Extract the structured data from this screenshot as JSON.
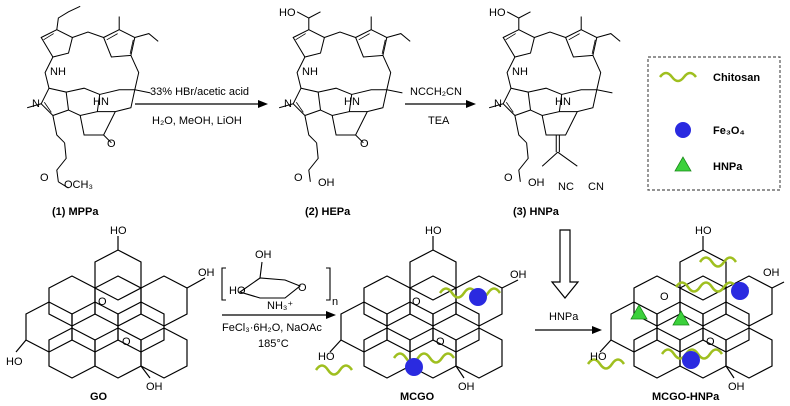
{
  "compounds": {
    "mppa": "(1) MPPa",
    "hepa": "(2) HEPa",
    "hnpa": "(3) HNPa",
    "go": "GO",
    "mcgo": "MCGO",
    "mcgo_hnpa": "MCGO-HNPa"
  },
  "reactions": {
    "step1_top": "33% HBr/acetic acid",
    "step1_bottom": "H₂O, MeOH, LiOH",
    "step2_top": "NCCH₂CN",
    "step2_bottom": "TEA",
    "step3_reagent1": "FeCl₃·6H₂O, NaOAc",
    "step3_temp": "185°C",
    "step3_subscript_n": "n",
    "step4": "HNPa"
  },
  "atoms": {
    "nh": "NH",
    "hn": "HN",
    "n": "N",
    "o": "O",
    "oh": "OH",
    "ho": "HO",
    "och3": "OCH₃",
    "cn": "CN",
    "nc": "NC",
    "nh3": "NH₃⁺"
  },
  "legend": {
    "items": [
      {
        "label": "Chitosan",
        "icon": "wave-icon",
        "color": "#9fbf1f"
      },
      {
        "label": "Fe₃O₄",
        "icon": "circle-icon",
        "color": "#2a2ae0"
      },
      {
        "label": "HNPa",
        "icon": "triangle-icon",
        "color": "#3bd13b"
      }
    ]
  }
}
